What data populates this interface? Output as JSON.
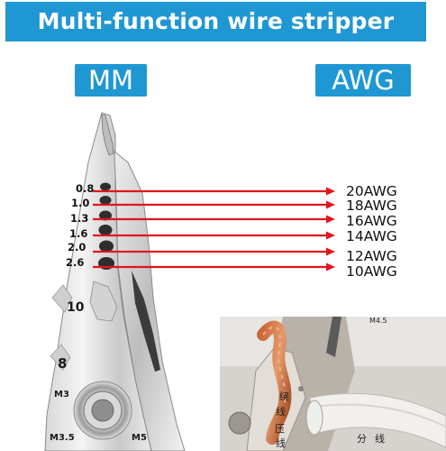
{
  "title": "Multi-function wire stripper",
  "tags": {
    "mm": "MM",
    "awg": "AWG"
  },
  "mm_sizes": [
    "0.8",
    "1.0",
    "1.3",
    "1.6",
    "2.0",
    "2.6"
  ],
  "awg_sizes": [
    "20AWG",
    "18AWG",
    "16AWG",
    "14AWG",
    "12AWG",
    "10AWG"
  ],
  "tool_marks": {
    "ten": "10",
    "eight": "8",
    "m3": "M3",
    "m35": "M3.5",
    "m5": "M5"
  },
  "inset_marks": {
    "m45": "M4.5",
    "c1": "绕",
    "c2": "线",
    "c3": "压",
    "c4": "线",
    "c5": "分",
    "c6": "线"
  },
  "colors": {
    "accent": "#1f97d3",
    "arrow": "#e3141b"
  }
}
